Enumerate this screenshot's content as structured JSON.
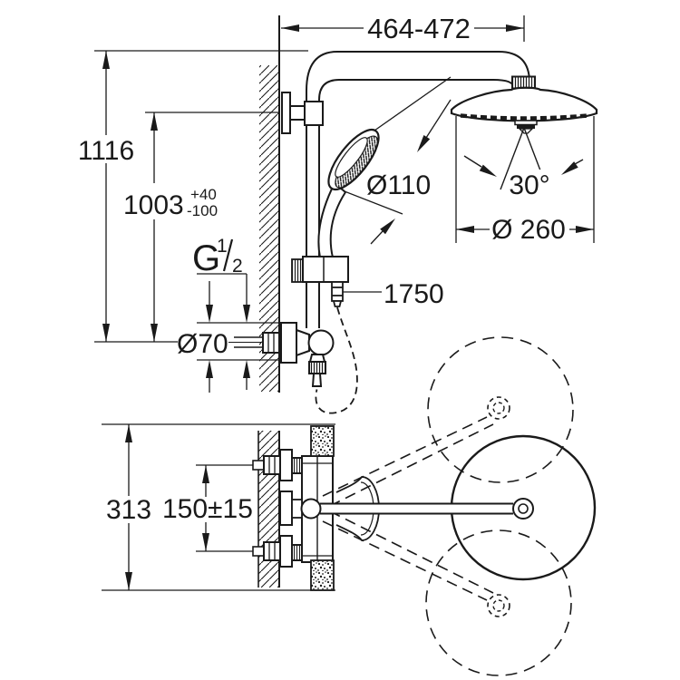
{
  "drawing": {
    "type": "technical-dimension-drawing",
    "subject": "wall-mounted shower system with head shower, hand shower and thermostat, front elevation and plan view",
    "colors": {
      "line": "#1a1a1a",
      "background": "#ffffff"
    },
    "dims": {
      "arm_reach": "464-472",
      "overall_height": "1116",
      "pipe_height": "1003",
      "pipe_height_tol_plus": "+40",
      "pipe_height_tol_minus": "-100",
      "thread_letter": "G",
      "thread_numerator": "1",
      "thread_denominator": "2",
      "escutcheon_dia": "Ø70",
      "handshower_dia": "Ø110",
      "hose_length": "1750",
      "spray_angle": "30°",
      "headshower_dia": "Ø 260",
      "valve_width": "313",
      "supply_spacing": "150±15"
    }
  }
}
